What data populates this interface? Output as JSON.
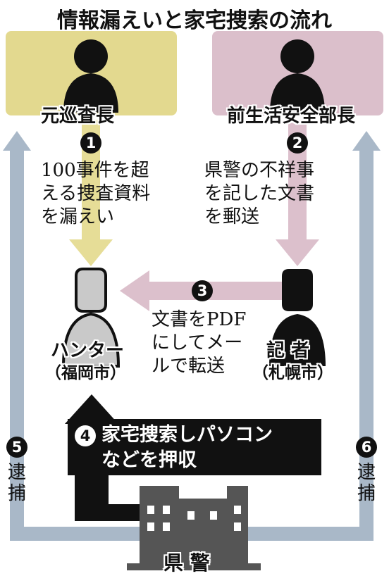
{
  "title": "情報漏えいと家宅捜索の流れ",
  "colors": {
    "yellow_panel": "#e3d98f",
    "pink_panel": "#dbbfcb",
    "yellow_arrow": "#e6dd97",
    "pink_arrow": "#dcc0cc",
    "blue_arrow": "#a9b8c8",
    "dark": "#111111",
    "hunter_gray": "#c9c9c9"
  },
  "people": {
    "former_inspector": "元巡査長",
    "former_director": "前生活安全部長",
    "hunter_name": "ハンター",
    "hunter_location": "（福岡市）",
    "reporter_name": "記 者",
    "reporter_location": "（札幌市）"
  },
  "police": "県 警",
  "steps": {
    "s1": {
      "num": "1",
      "text": "100事件を超\nえる捜査資料\nを漏えい"
    },
    "s2": {
      "num": "2",
      "text": "県警の不祥事\nを記した文書\nを郵送"
    },
    "s3": {
      "num": "3",
      "text": "文書をPDF\nにしてメー\nルで転送"
    },
    "s4": {
      "num": "4",
      "text": "家宅捜索しパソコン\nなどを押収"
    },
    "s5": {
      "num": "5",
      "label": "逮捕"
    },
    "s6": {
      "num": "6",
      "label": "逮捕"
    }
  },
  "icons": {
    "person": "person-silhouette-icon",
    "building": "building-icon"
  }
}
